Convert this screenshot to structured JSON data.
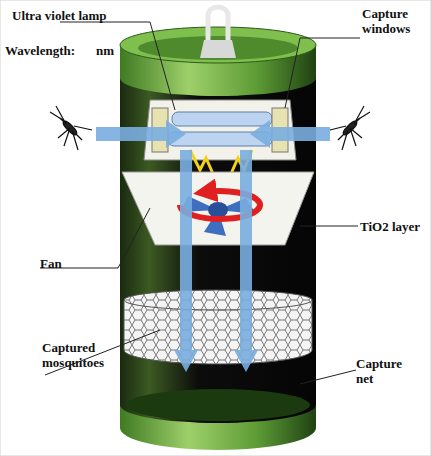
{
  "diagram": {
    "labels": [
      "Ultra violet lamp",
      "Wavelength:",
      "nm",
      "Capture windows",
      "TiO2 layer",
      "Fan",
      "Captured mosquitoes",
      "Capture net"
    ]
  }
}
